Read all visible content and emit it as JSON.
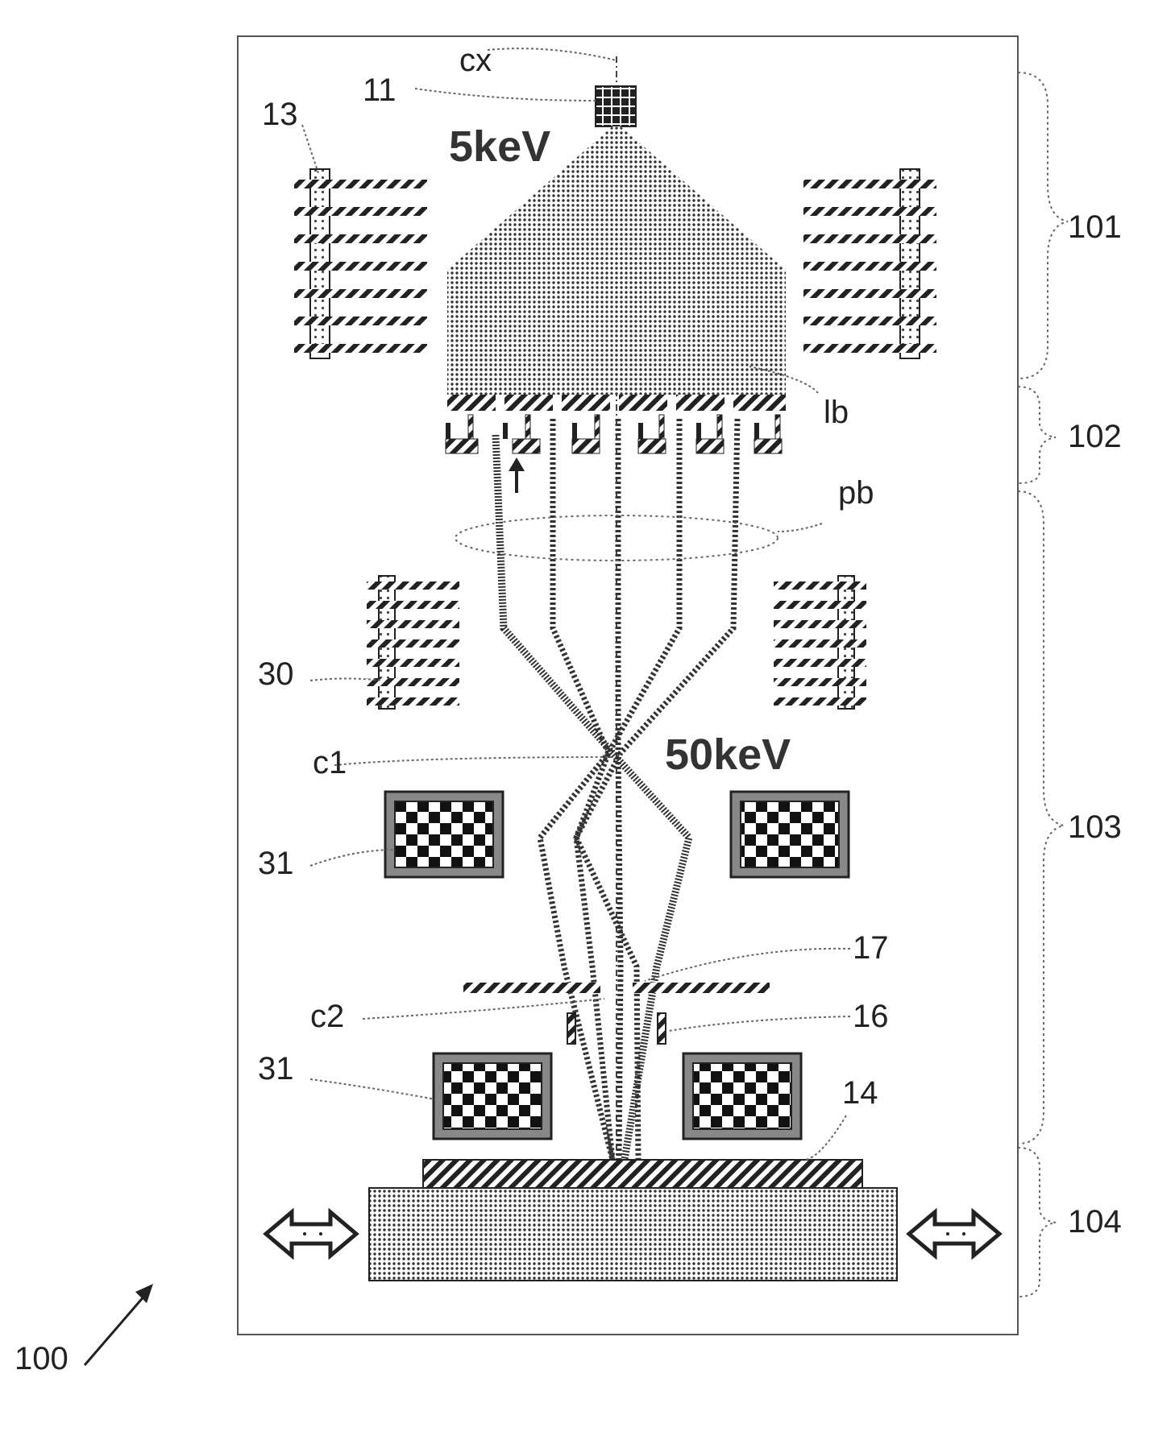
{
  "labels": {
    "cx": "cx",
    "n11": "11",
    "n13": "13",
    "n30": "30",
    "c1": "c1",
    "n31a": "31",
    "n31b": "31",
    "c2": "c2",
    "n16": "16",
    "n17": "17",
    "n14": "14",
    "lb": "lb",
    "pb": "pb",
    "n100": "100"
  },
  "energy": {
    "top": "5keV",
    "mid": "50keV"
  },
  "sections": {
    "s101": "101",
    "s102": "102",
    "s103": "103",
    "s104": "104"
  },
  "colors": {
    "ink": "#222222",
    "dot": "#333333",
    "frame": "#555555"
  }
}
